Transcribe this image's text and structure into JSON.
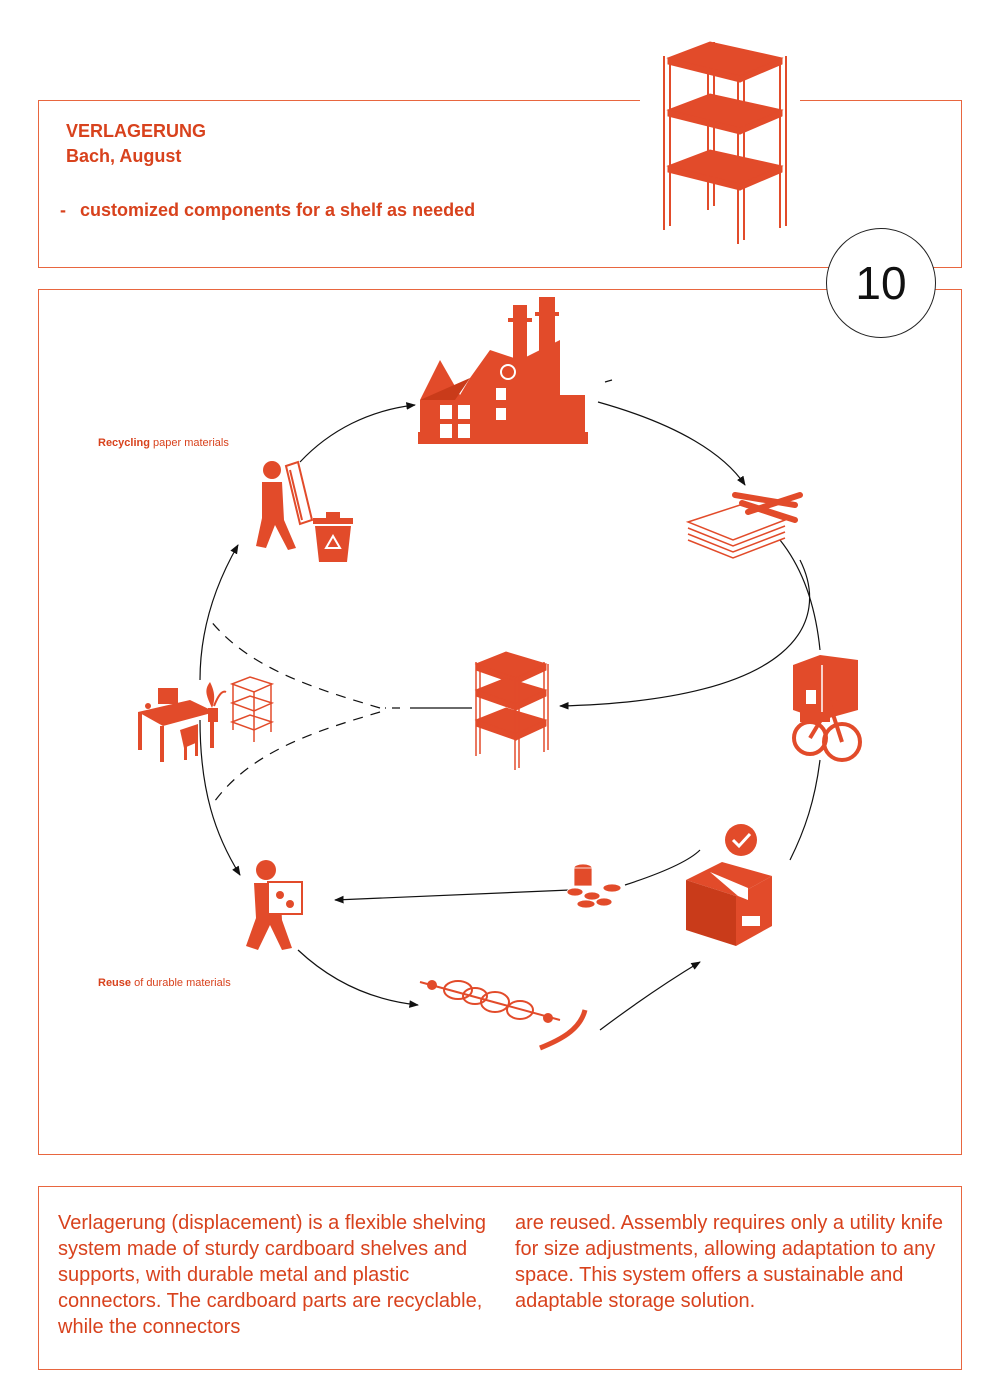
{
  "header": {
    "title": "VERLAGERUNG",
    "author": "Bach, August",
    "bullet_dash": "-",
    "bullet": "customized components for a shelf as needed"
  },
  "number": "10",
  "labels": {
    "recycling_bold": "Recycling",
    "recycling_rest": " paper materials",
    "reuse_bold": "Reuse",
    "reuse_rest": " of durable materials"
  },
  "description": {
    "left": "Verlagerung (displacement) is a flexible shelving system made of sturdy cardboard shelves and supports, with durable metal and plastic connectors. The cardboard parts are recyclable, while the connectors",
    "right": "are reused. Assembly requires only a utility knife for size adjustments, allowing adaptation to any space. This system offers a sustainable and adaptable storage solution."
  },
  "colors": {
    "accent": "#e24b2a",
    "frame": "#e8663f",
    "arrow": "#111111"
  },
  "icons": [
    "shelf-icon",
    "factory-icon",
    "cardboard-sheets-icon",
    "cargo-bike-icon",
    "shelf-center-icon",
    "desk-workspace-icon",
    "person-recycling-icon",
    "recycle-bin-icon",
    "person-carrying-icon",
    "connector-parts-icon",
    "box-icon",
    "checkmark-icon",
    "coins-icon"
  ]
}
